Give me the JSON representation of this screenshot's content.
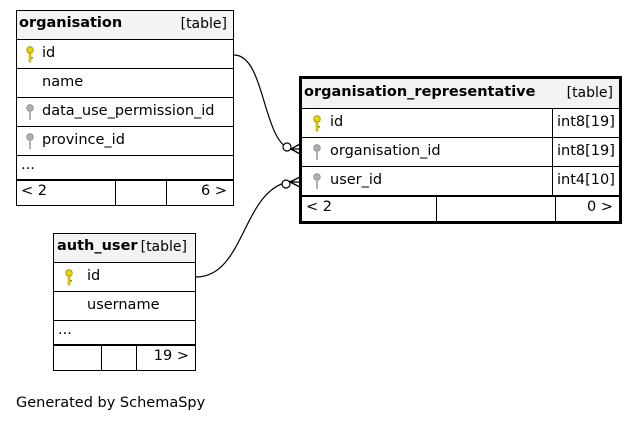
{
  "tables": {
    "organisation": {
      "name": "organisation",
      "kind": "[table]",
      "columns": [
        {
          "name": "id",
          "key": "primary"
        },
        {
          "name": "name",
          "key": "none"
        },
        {
          "name": "data_use_permission_id",
          "key": "foreign"
        },
        {
          "name": "province_id",
          "key": "foreign"
        }
      ],
      "ellipsis": "...",
      "parents": "< 2",
      "children": "6 >"
    },
    "organisation_representative": {
      "name": "organisation_representative",
      "kind": "[table]",
      "columns": [
        {
          "name": "id",
          "type": "int8[19]",
          "key": "primary"
        },
        {
          "name": "organisation_id",
          "type": "int8[19]",
          "key": "foreign"
        },
        {
          "name": "user_id",
          "type": "int4[10]",
          "key": "foreign"
        }
      ],
      "parents": "< 2",
      "children": "0 >"
    },
    "auth_user": {
      "name": "auth_user",
      "kind": "[table]",
      "columns": [
        {
          "name": "id",
          "key": "primary"
        },
        {
          "name": "username",
          "key": "none"
        }
      ],
      "ellipsis": "...",
      "children": "19 >"
    }
  },
  "colors": {
    "primary_key": "#e8d400",
    "foreign_key": "#b0b0b0",
    "header_bg": "#f3f3f3"
  },
  "footer": "Generated by SchemaSpy"
}
